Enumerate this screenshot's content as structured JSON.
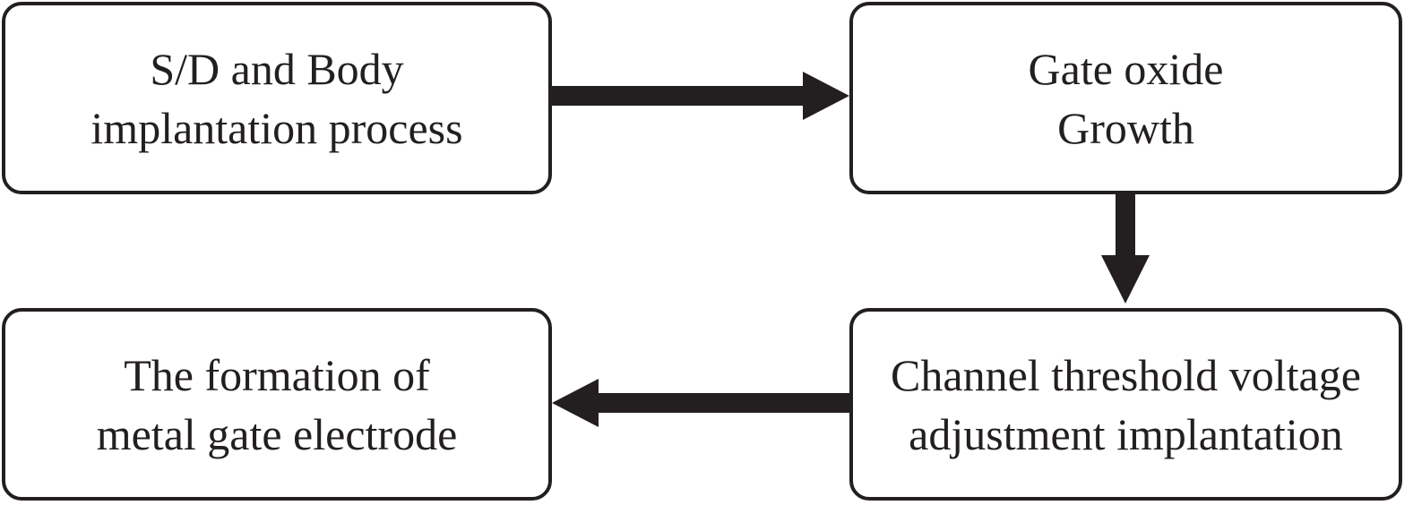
{
  "colors": {
    "stroke": "#231f20",
    "background": "#ffffff"
  },
  "steps": [
    {
      "line1": "S/D and Body",
      "line2": "implantation process"
    },
    {
      "line1": "Gate oxide",
      "line2": "Growth"
    },
    {
      "line1": "Channel threshold voltage",
      "line2": "adjustment implantation"
    },
    {
      "line1": "The formation of",
      "line2": "metal gate electrode"
    }
  ]
}
